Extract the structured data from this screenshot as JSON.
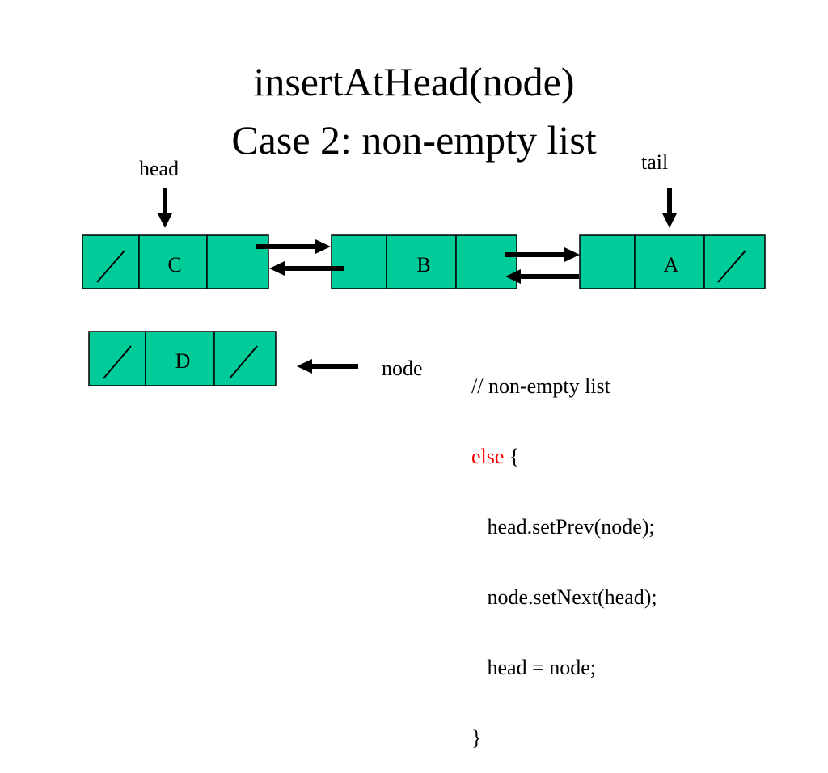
{
  "title": {
    "line1": "insertAtHead(node)",
    "line2": "Case 2: non-empty list"
  },
  "labels": {
    "head": "head",
    "tail": "tail",
    "node": "node"
  },
  "list_nodes": [
    {
      "value": "C",
      "prev_null": true,
      "next_null": false
    },
    {
      "value": "B",
      "prev_null": false,
      "next_null": false
    },
    {
      "value": "A",
      "prev_null": false,
      "next_null": true
    }
  ],
  "new_node": {
    "value": "D",
    "prev_null": true,
    "next_null": true
  },
  "code": {
    "comment": "// non-empty list",
    "else_keyword": "else",
    "open_brace": " {",
    "line1": "   head.setPrev(node);",
    "line2": "   node.setNext(head);",
    "line3": "   head = node;",
    "close_brace": "}"
  },
  "colors": {
    "node_fill": "#00cc99",
    "keyword": "#ff0000"
  }
}
